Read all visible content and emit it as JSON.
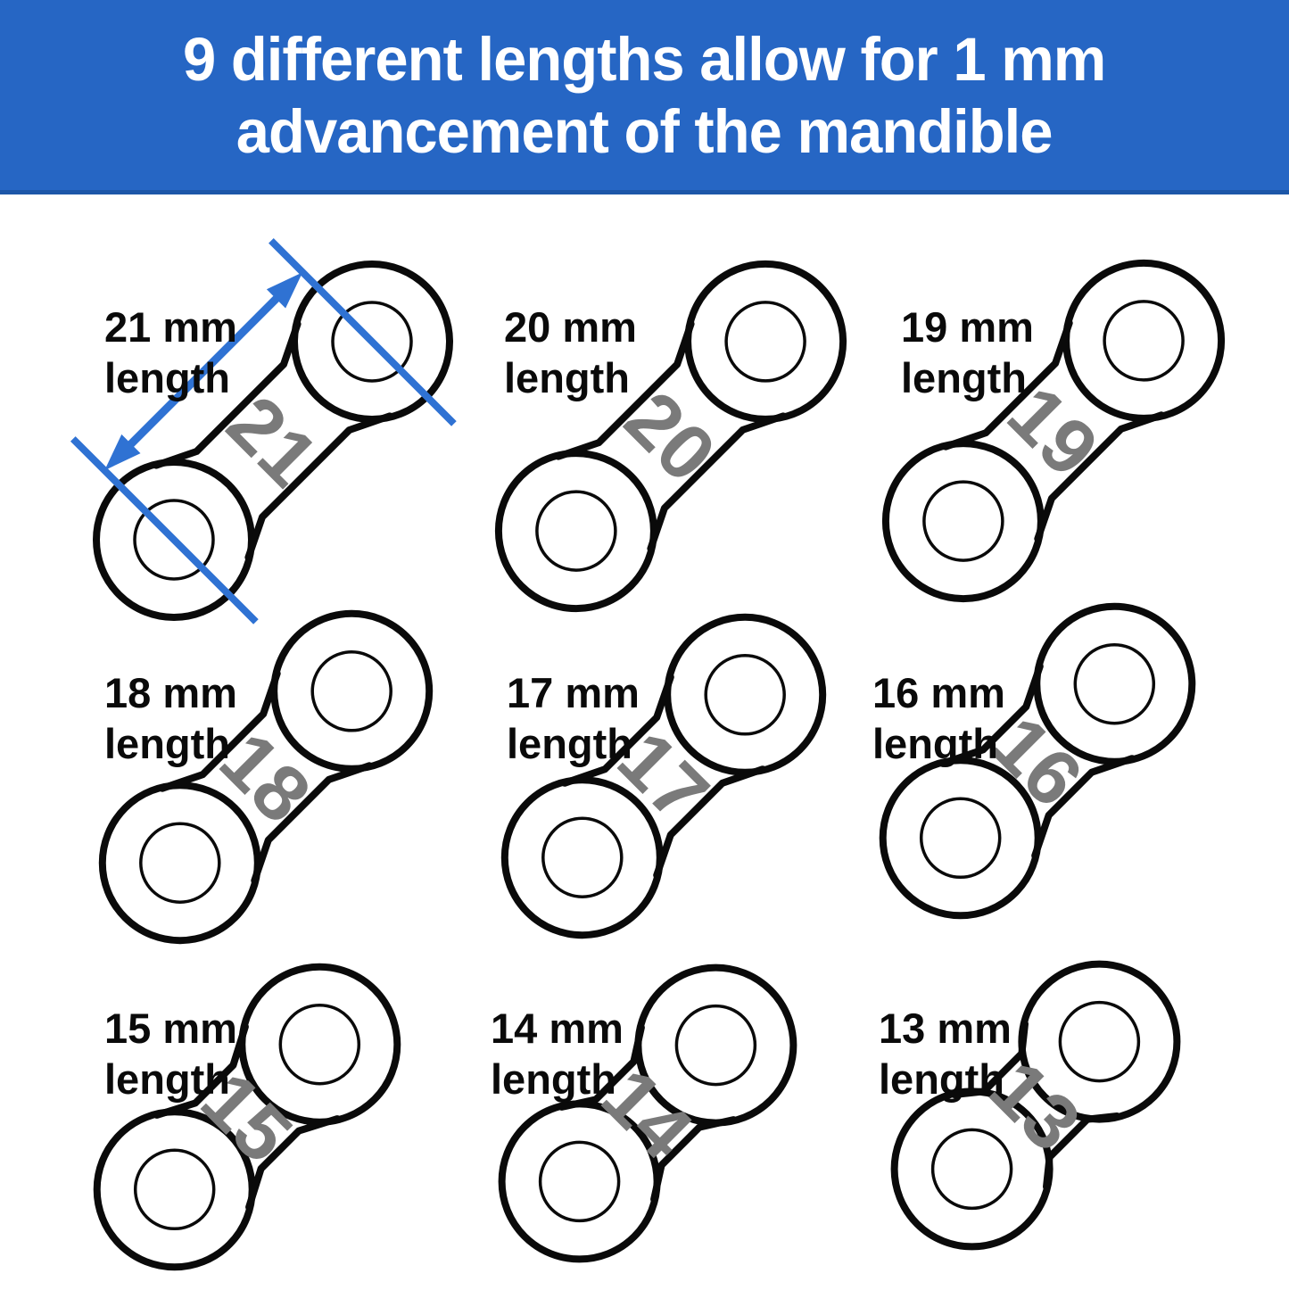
{
  "header": {
    "title_line1": "9 different lengths allow for 1 mm",
    "title_line2": "advancement of the mandible"
  },
  "connectors": [
    {
      "number": "21",
      "length_mm": 21,
      "label_line1": "21 mm",
      "label_line2": "length",
      "dimension_arrow": true
    },
    {
      "number": "20",
      "length_mm": 20,
      "label_line1": "20 mm",
      "label_line2": "length",
      "dimension_arrow": false
    },
    {
      "number": "19",
      "length_mm": 19,
      "label_line1": "19 mm",
      "label_line2": "length",
      "dimension_arrow": false
    },
    {
      "number": "18",
      "length_mm": 18,
      "label_line1": "18 mm",
      "label_line2": "length",
      "dimension_arrow": false
    },
    {
      "number": "17",
      "length_mm": 17,
      "label_line1": "17 mm",
      "label_line2": "length",
      "dimension_arrow": false
    },
    {
      "number": "16",
      "length_mm": 16,
      "label_line1": "16 mm",
      "label_line2": "length",
      "dimension_arrow": false
    },
    {
      "number": "15",
      "length_mm": 15,
      "label_line1": "15 mm",
      "label_line2": "length",
      "dimension_arrow": false
    },
    {
      "number": "14",
      "length_mm": 14,
      "label_line1": "14 mm",
      "label_line2": "length",
      "dimension_arrow": false
    },
    {
      "number": "13",
      "length_mm": 13,
      "label_line1": "13 mm",
      "label_line2": "length",
      "dimension_arrow": false
    }
  ],
  "colors": {
    "header_bg": "#2666c4",
    "header_border": "#1d57a8",
    "header_text": "#ffffff",
    "outline": "#0a0a0a",
    "number_gray": "#7a7a7a",
    "arrow_blue": "#2f72d3",
    "background": "#ffffff"
  }
}
